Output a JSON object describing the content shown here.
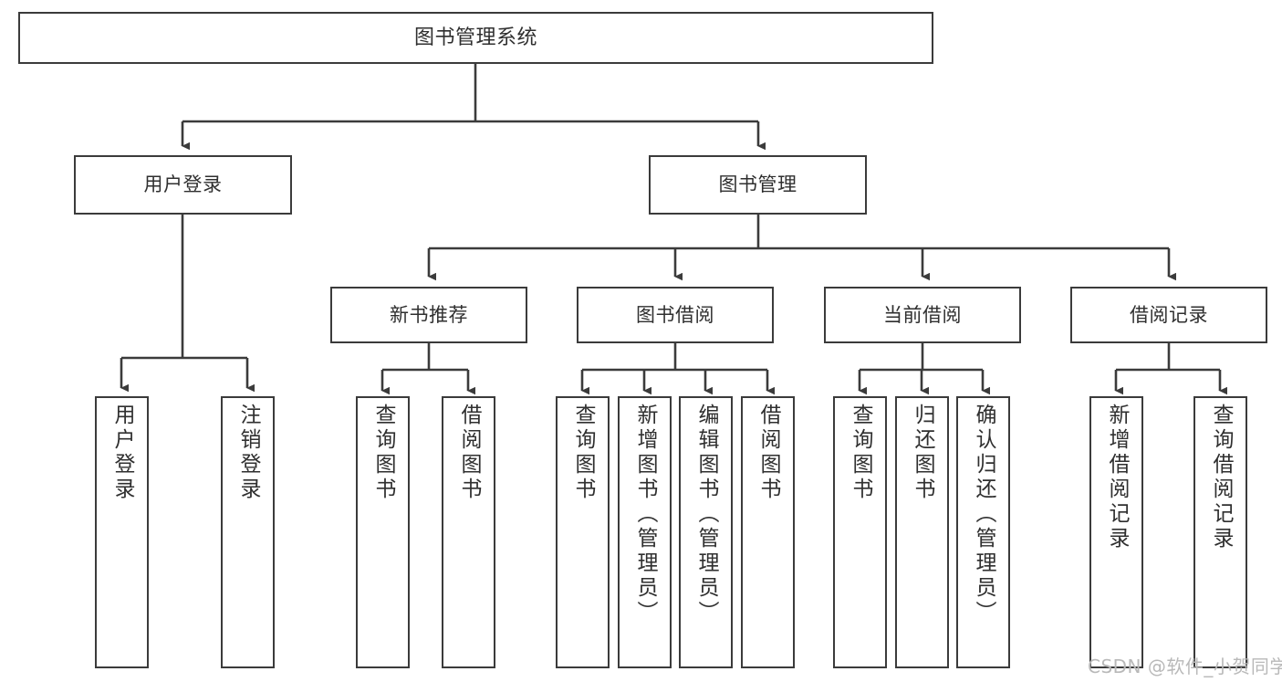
{
  "diagram": {
    "title": "图书管理系统",
    "type": "功能结构图",
    "colors": {
      "stroke": "#3b3b3b",
      "text": "#2f2f2f",
      "background": "#ffffff",
      "watermark": "#b9b9b9"
    },
    "watermark": "CSDN @软件_小贺同学",
    "nodes": {
      "root": {
        "label": "图书管理系统",
        "level": 0
      },
      "level1": [
        {
          "label": "用户登录",
          "level": 1
        },
        {
          "label": "图书管理",
          "level": 1
        }
      ],
      "level2": [
        {
          "label": "新书推荐",
          "level": 2,
          "parent": "图书管理"
        },
        {
          "label": "图书借阅",
          "level": 2,
          "parent": "图书管理"
        },
        {
          "label": "当前借阅",
          "level": 2,
          "parent": "图书管理"
        },
        {
          "label": "借阅记录",
          "level": 2,
          "parent": "图书管理"
        }
      ],
      "leaves": {
        "user_login": [
          {
            "label": "用户登录"
          },
          {
            "label": "注销登录"
          }
        ],
        "new_book_recommend": [
          {
            "label": "查询图书"
          },
          {
            "label": "借阅图书"
          }
        ],
        "book_borrow": [
          {
            "label": "查询图书"
          },
          {
            "label": "新增图书（管理员）"
          },
          {
            "label": "编辑图书（管理员）"
          },
          {
            "label": "借阅图书"
          }
        ],
        "current_borrow": [
          {
            "label": "查询图书"
          },
          {
            "label": "归还图书"
          },
          {
            "label": "确认归还（管理员）"
          }
        ],
        "borrow_record": [
          {
            "label": "新增借阅记录"
          },
          {
            "label": "查询借阅记录"
          }
        ]
      }
    }
  }
}
